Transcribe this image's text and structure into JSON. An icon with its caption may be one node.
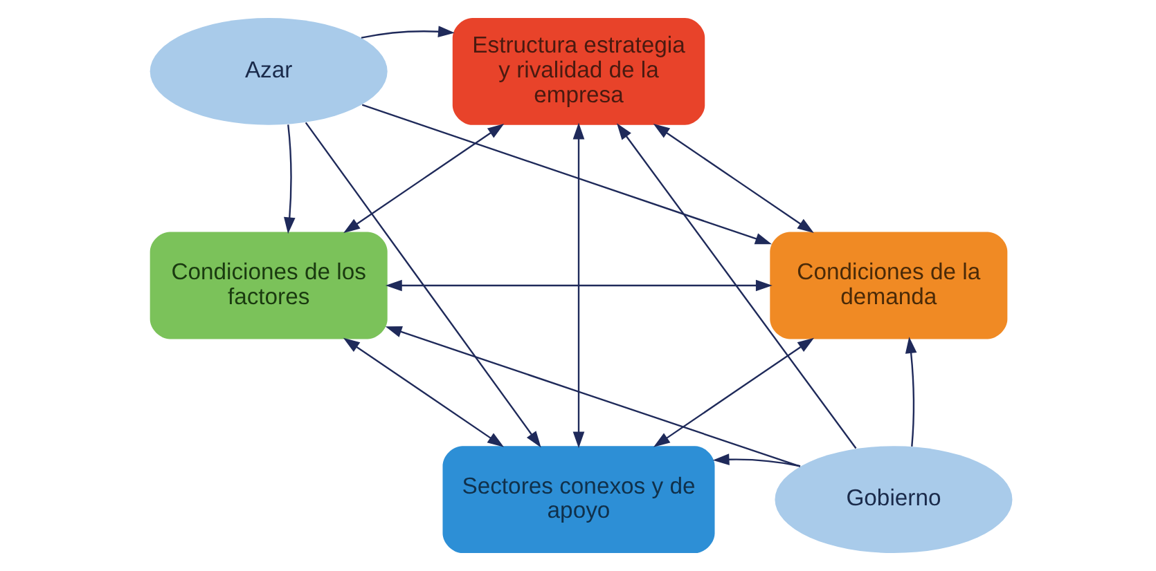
{
  "diagram": {
    "nodes": [
      {
        "text": [
          "Azar"
        ]
      },
      {
        "text": [
          "Estructura estrategia y rivalidad de la empresa"
        ]
      },
      {
        "text": [
          "Condiciones de los factores"
        ]
      },
      {
        "text": [
          "Sectores conexos y de apoyo"
        ]
      },
      {
        "text": [
          "Condiciones de la demanda"
        ]
      },
      {
        "text": [
          "Gobierno"
        ]
      }
    ],
    "edges": [
      {
        "from": 0,
        "to": 1,
        "arrow": "to"
      },
      {
        "from": 0,
        "to": 2,
        "arrow": "to"
      },
      {
        "from": 0,
        "to": 3,
        "arrow": "to"
      },
      {
        "from": 0,
        "to": 4,
        "arrow": "to"
      },
      {
        "from": 1,
        "to": 2,
        "arrow": "both"
      },
      {
        "from": 1,
        "to": 4,
        "arrow": "both"
      },
      {
        "from": 1,
        "to": 3,
        "arrow": "both"
      },
      {
        "from": 2,
        "to": 4,
        "arrow": "both"
      },
      {
        "from": 2,
        "to": 3,
        "arrow": "both"
      },
      {
        "from": 3,
        "to": 4,
        "arrow": "both"
      },
      {
        "from": 5,
        "to": 1,
        "arrow": "to"
      },
      {
        "from": 5,
        "to": 2,
        "arrow": "to"
      },
      {
        "from": 5,
        "to": 3,
        "arrow": "to"
      },
      {
        "from": 5,
        "to": 4,
        "arrow": "to"
      }
    ]
  }
}
